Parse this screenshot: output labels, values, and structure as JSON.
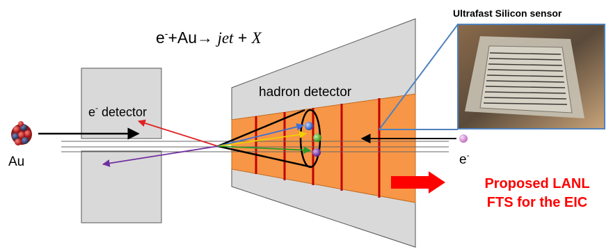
{
  "reaction": {
    "prefix": "e",
    "sup": "-",
    "rest": "+Au→ ",
    "jet": "jet",
    "plus": " + ",
    "x": "X"
  },
  "labels": {
    "sensor_title": "Ultrafast Silicon sensor",
    "hadron_detector": "hadron detector",
    "e_detector_e": "e",
    "e_detector_sup": "-",
    "e_detector_rest": " detector",
    "au": "Au",
    "electron_e": "e",
    "electron_sup": "-",
    "proposal_line1": "Proposed LANL",
    "proposal_line2": "FTS for the EIC"
  },
  "colors": {
    "detector_gray": "#d9d9d9",
    "panel_orange": "#f79646",
    "red_bar": "#c00000",
    "sensor_frame": "#4f81bd",
    "proposal_red": "#ff0000",
    "track_red": "#e02020",
    "track_yellow": "#f0d000",
    "track_blue": "#3b6fd8",
    "track_green": "#2a9a2a",
    "track_purple": "#7030a0",
    "electron_pink": "#d88ad8"
  }
}
